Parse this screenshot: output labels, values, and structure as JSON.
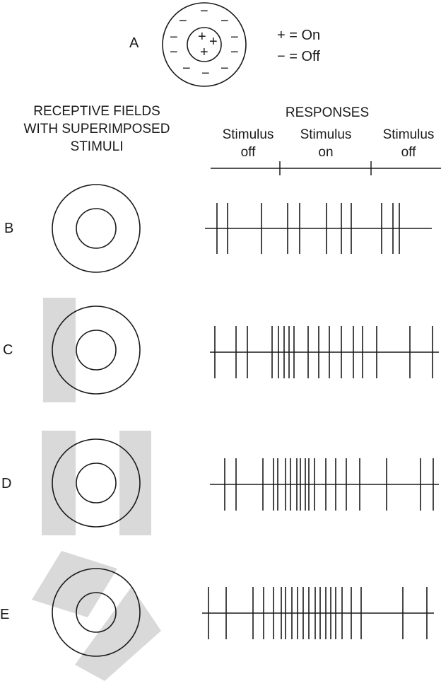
{
  "legend": {
    "panel_label": "A",
    "on_text": "+ = On",
    "off_text": "− = Off",
    "center_signs": [
      "+",
      "+",
      "+"
    ],
    "surround_signs": [
      "−",
      "−",
      "−",
      "−",
      "−",
      "−",
      "−",
      "−",
      "−",
      "−"
    ]
  },
  "headers": {
    "left": [
      "RECEPTIVE FIELDS",
      "WITH SUPERIMPOSED",
      "STIMULI"
    ],
    "right": "RESPONSES",
    "phases": [
      {
        "line1": "Stimulus",
        "line2": "off"
      },
      {
        "line1": "Stimulus",
        "line2": "on"
      },
      {
        "line1": "Stimulus",
        "line2": "off"
      }
    ]
  },
  "rows": [
    {
      "label": "B",
      "stimulus": "none"
    },
    {
      "label": "C",
      "stimulus": "left-bar"
    },
    {
      "label": "D",
      "stimulus": "two-bars"
    },
    {
      "label": "E",
      "stimulus": "diagonal-bars"
    }
  ],
  "colors": {
    "ink": "#1a1a1a",
    "stimulus": "#d9d9d9"
  }
}
